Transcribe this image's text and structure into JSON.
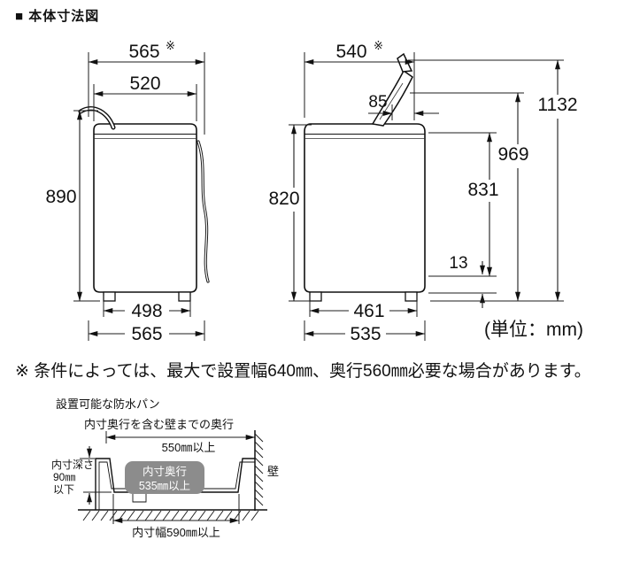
{
  "page": {
    "title": "■ 本体寸法図",
    "note": "※ 条件によっては、最大で設置幅640㎜、奥行560㎜必要な場合があります。",
    "unit_label": "(単位：mm)"
  },
  "front_view": {
    "top_width": "565",
    "top_width_mark": "※",
    "body_width": "520",
    "height": "890",
    "feet_width": "498",
    "base_width": "565"
  },
  "side_view": {
    "top_depth": "540",
    "top_depth_mark": "※",
    "lid_overhang": "85",
    "max_height_lid_open": "1132",
    "lid_open_height": "969",
    "body_height": "820",
    "rear_height": "831",
    "bottom_clearance": "13",
    "feet_depth": "461",
    "base_depth": "535"
  },
  "pan_diagram": {
    "title": "設置可能な防水パン",
    "wall_depth_label": "内寸奥行を含む壁までの奥行",
    "wall_depth_value": "550㎜以上",
    "pan_depth_line1": "内寸深さ",
    "pan_depth_line2": "90㎜",
    "pan_depth_line3": "以下",
    "inner_depth_label": "内寸奥行",
    "inner_depth_value": "535㎜以上",
    "wall_label": "壁",
    "inner_width_label": "内寸幅590㎜以上",
    "box_color": "#8c8c8c"
  }
}
